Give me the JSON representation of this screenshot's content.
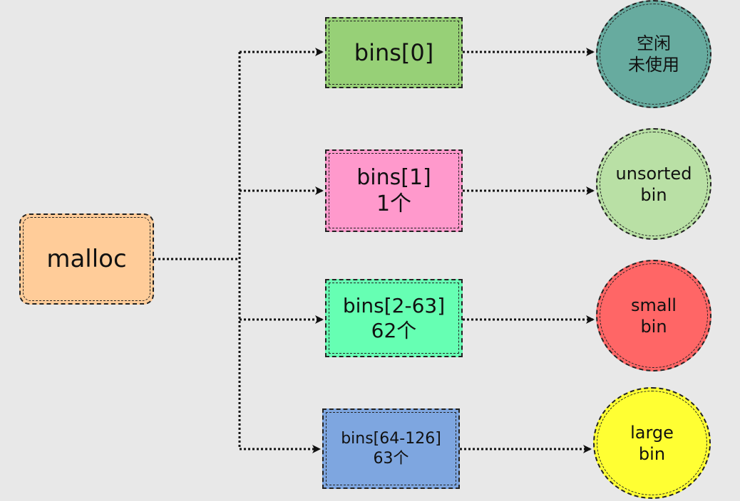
{
  "source": {
    "label": "malloc",
    "color": "#ffcc99"
  },
  "bins": [
    {
      "label": "bins[0]",
      "color": "#97d077"
    },
    {
      "label": "bins[1]\n1个",
      "color": "#ff99cc"
    },
    {
      "label": "bins[2-63]\n62个",
      "color": "#66ffb3"
    },
    {
      "label": "bins[64-126]\n63个",
      "color": "#7ea6e0"
    }
  ],
  "categories": [
    {
      "label": "空闲\n未使用",
      "color": "#67ab9f"
    },
    {
      "label": "unsorted\nbin",
      "color": "#b9e0a5"
    },
    {
      "label": "small\nbin",
      "color": "#ff6666"
    },
    {
      "label": "large\nbin",
      "color": "#ffff33"
    }
  ]
}
